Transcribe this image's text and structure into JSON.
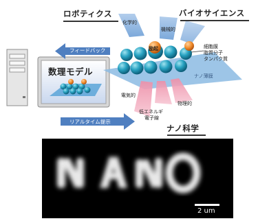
{
  "labels": {
    "robotics": "ロボティクス",
    "feedback": "フィードバック",
    "model": "数理モデル",
    "realtime": "リアルタイム提示",
    "bioscience": "バイオサイエンス",
    "chemical": "化学的",
    "mechanical": "機械的",
    "membrane": "細胞膜",
    "lipid": "脂質分子",
    "protein": "タンパク質",
    "ignition": "励起",
    "nano_membrane": "ナノ薄膜",
    "electrical": "電気的",
    "low_energy_1": "低エネルギ",
    "low_energy_2": "電子線",
    "physical": "物理的",
    "nanoscience": "ナノ科学",
    "scale_bar": "2 um"
  },
  "colors": {
    "arrow_blue": "#4f7fc0",
    "membrane_blue": "#8cbbe3",
    "sphere_teal": "#29a3c2",
    "sphere_orange": "#f08b2a",
    "ray_pink": "#f3a7bb"
  },
  "icons": {
    "computer": "computer-tower-icon",
    "monitor": "monitor-icon"
  }
}
